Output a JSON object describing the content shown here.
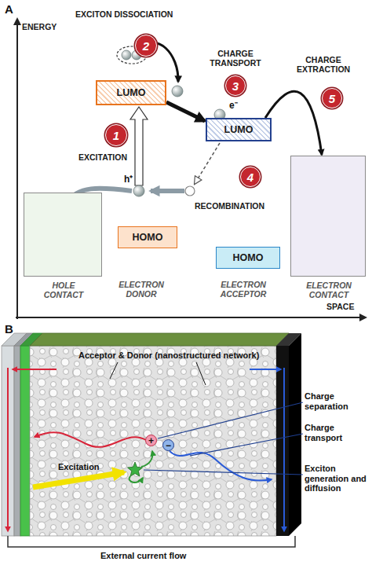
{
  "diagram": {
    "nodes": [
      {
        "text": [
          "2"
        ]
      },
      {
        "text": [
          "3"
        ]
      },
      {
        "text": [
          "5"
        ]
      },
      {
        "text": [
          "LUMO"
        ]
      },
      {
        "text": [
          "1"
        ]
      },
      {
        "text": [
          "LUMO"
        ]
      },
      {
        "text": [
          "4"
        ]
      },
      {
        "text": [
          "HOLE CONTACT"
        ]
      },
      {
        "text": [
          "ELECTRON CONTACT"
        ]
      },
      {
        "text": [
          "HOMO"
        ]
      },
      {
        "text": [
          "HOMO"
        ]
      },
      {
        "text": [
          "+"
        ]
      },
      {
        "text": [
          "−"
        ]
      }
    ],
    "edges": [
      {
        "from": 3,
        "to": 5,
        "arrow": "to"
      },
      {
        "from": 5,
        "to": 8,
        "arrow": "to"
      }
    ],
    "labels": [
      "A",
      "ENERGY",
      "EXCITON DISSOCIATION",
      "CHARGE TRANSPORT",
      "CHARGE EXTRACTION",
      "e⁻",
      "EXCITATION",
      "h⁺",
      "RECOMBINATION",
      "ELECTRON DONOR",
      "ELECTRON ACCEPTOR",
      "SPACE",
      "B",
      "Acceptor & Donor (nanostructured network)",
      "Charge separation",
      "Charge transport",
      "Excitation",
      "Exciton generation and diffusion",
      "External current flow"
    ]
  }
}
